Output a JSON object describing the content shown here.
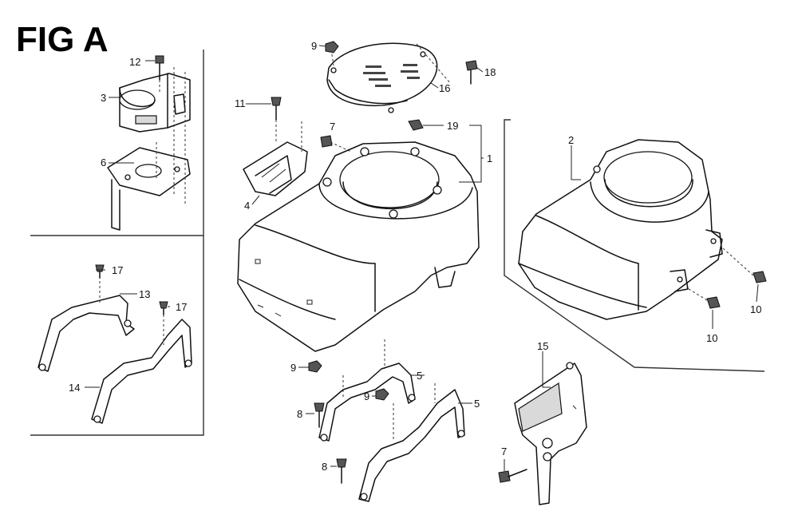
{
  "figure": {
    "title": "FIG A",
    "callouts": {
      "c1": "1",
      "c2": "2",
      "c3": "3",
      "c4": "4",
      "c5a": "5",
      "c5b": "5",
      "c6": "6",
      "c7a": "7",
      "c7b": "7",
      "c8a": "8",
      "c8b": "8",
      "c9a": "9",
      "c9b": "9",
      "c9c": "9",
      "c10a": "10",
      "c10b": "10",
      "c11": "11",
      "c12": "12",
      "c13": "13",
      "c14": "14",
      "c15": "15",
      "c16": "16",
      "c17a": "17",
      "c17b": "17",
      "c18": "18",
      "c19": "19"
    }
  }
}
